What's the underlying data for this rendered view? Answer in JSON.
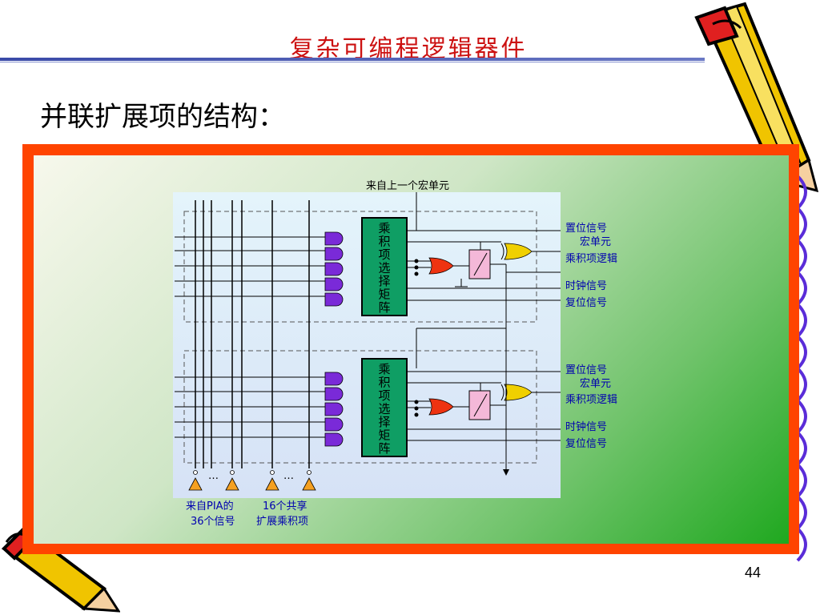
{
  "slide": {
    "title": "复杂可编程逻辑器件",
    "subtitle": "并联扩展项的结构：",
    "page_number": "44"
  },
  "diagram": {
    "top_input_label": "来自上一个宏单元",
    "matrix_label_chars": [
      "乘",
      "积",
      "项",
      "选",
      "择",
      "矩",
      "阵"
    ],
    "macro_cell_labels": [
      "置位信号",
      "宏单元",
      "乘积项逻辑",
      "时钟信号",
      "复位信号"
    ],
    "pia_label_line1": "来自PIA的",
    "pia_label_line2": "36个信号",
    "expander_label_line1": "16个共享",
    "expander_label_line2": "扩展乘积项",
    "ellipsis": "…"
  },
  "colors": {
    "title": "#cc1111",
    "frame": "#ff4400",
    "matrix_fill": "#0f9e64",
    "and_gate": "#7a2ad8",
    "or_gate": "#ee3311",
    "xor_gate": "#f0d000",
    "register": "#f4b8d8",
    "buffer": "#f5a020",
    "label_blue": "#0000b0"
  }
}
